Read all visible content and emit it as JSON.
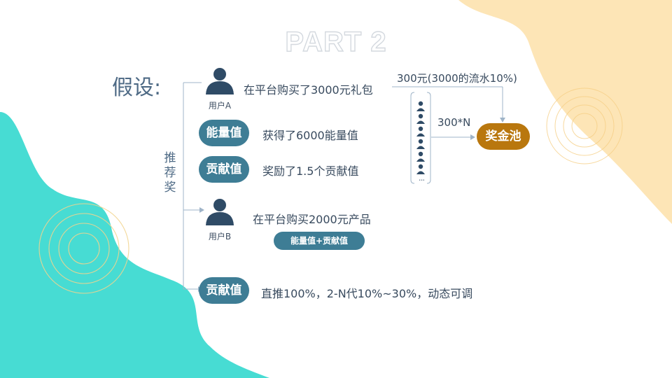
{
  "title": "PART 2",
  "assumption_label": "假设:",
  "vertical_label": "推荐奖",
  "user_a": {
    "label": "用户A",
    "action": "在平台购买了3000元礼包"
  },
  "energy": {
    "badge": "能量值",
    "text": "获得了6000能量值"
  },
  "contribution": {
    "badge": "贡献值",
    "text": "奖励了1.5个贡献值"
  },
  "user_b": {
    "label": "用户B",
    "action": "在平台购买2000元产品",
    "badge": "能量值+贡献值"
  },
  "bottom": {
    "badge": "贡献值",
    "text": "直推100%，2-N代10%~30%，动态可调"
  },
  "pool": {
    "label": "奖金池",
    "flow_label": "300元(3000的流水10%)",
    "n_label": "300*N",
    "ellipsis": "..."
  },
  "colors": {
    "teal": "#47dcd3",
    "peach": "#fde5b6",
    "badge": "#3e7d95",
    "pool": "#b9770e",
    "icon": "#2f4b66"
  }
}
